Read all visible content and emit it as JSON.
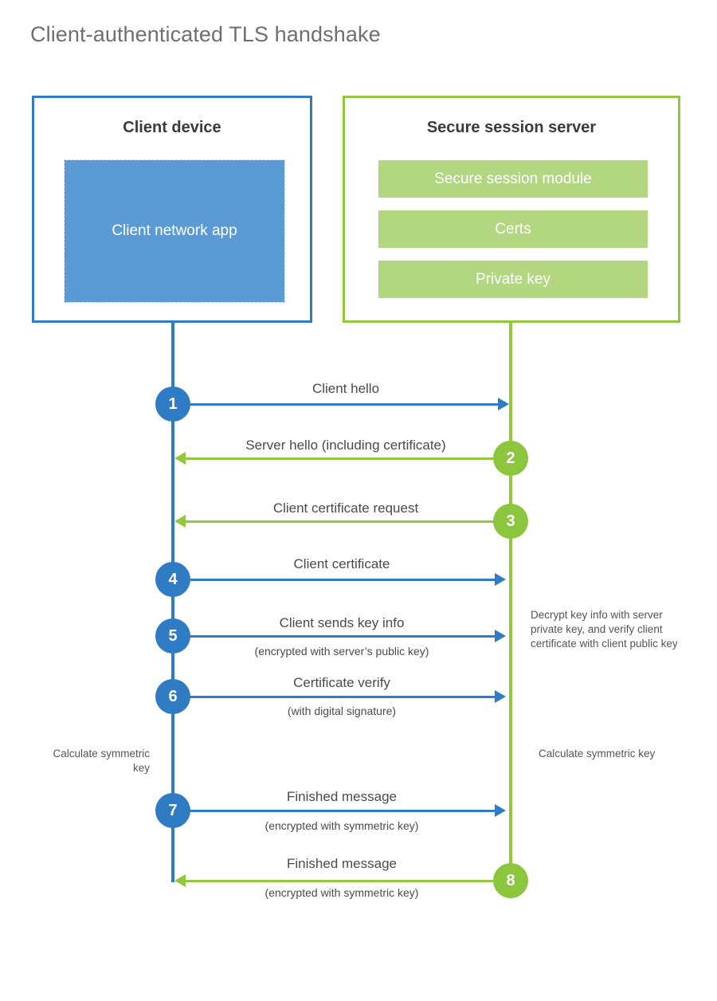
{
  "title": "Client-authenticated TLS handshake",
  "colors": {
    "client_blue": "#2f7bc4",
    "client_app_fill": "#5b9bd5",
    "server_green": "#93c83e",
    "server_bar_fill": "#b3d780",
    "step_circle_green": "#8cc63f",
    "title_gray": "#6f6f6f",
    "label_gray": "#4a4a4a"
  },
  "client": {
    "title": "Client device",
    "app_label": "Client network app"
  },
  "server": {
    "title": "Secure session server",
    "components": [
      {
        "label": "Secure session module"
      },
      {
        "label": "Certs"
      },
      {
        "label": "Private key"
      }
    ]
  },
  "steps": [
    {
      "number": "1",
      "label": "Client hello",
      "sublabel": "",
      "direction": "client-to-server",
      "color": "blue"
    },
    {
      "number": "2",
      "label": "Server hello (including certificate)",
      "sublabel": "",
      "direction": "server-to-client",
      "color": "green"
    },
    {
      "number": "3",
      "label": "Client certificate request",
      "sublabel": "",
      "direction": "server-to-client",
      "color": "green"
    },
    {
      "number": "4",
      "label": "Client certificate",
      "sublabel": "",
      "direction": "client-to-server",
      "color": "blue"
    },
    {
      "number": "5",
      "label": "Client sends key info",
      "sublabel": "(encrypted with server’s public key)",
      "direction": "client-to-server",
      "color": "blue"
    },
    {
      "number": "6",
      "label": "Certificate verify",
      "sublabel": "(with digital signature)",
      "direction": "client-to-server",
      "color": "blue"
    },
    {
      "number": "7",
      "label": "Finished message",
      "sublabel": "(encrypted with symmetric key)",
      "direction": "client-to-server",
      "color": "blue"
    },
    {
      "number": "8",
      "label": "Finished message",
      "sublabel": "(encrypted with symmetric key)",
      "direction": "server-to-client",
      "color": "green"
    }
  ],
  "notes": {
    "decrypt": "Decrypt key info with server private key, and verify client certificate with client public key",
    "calculate_client": "Calculate symmetric key",
    "calculate_server": "Calculate symmetric key"
  }
}
